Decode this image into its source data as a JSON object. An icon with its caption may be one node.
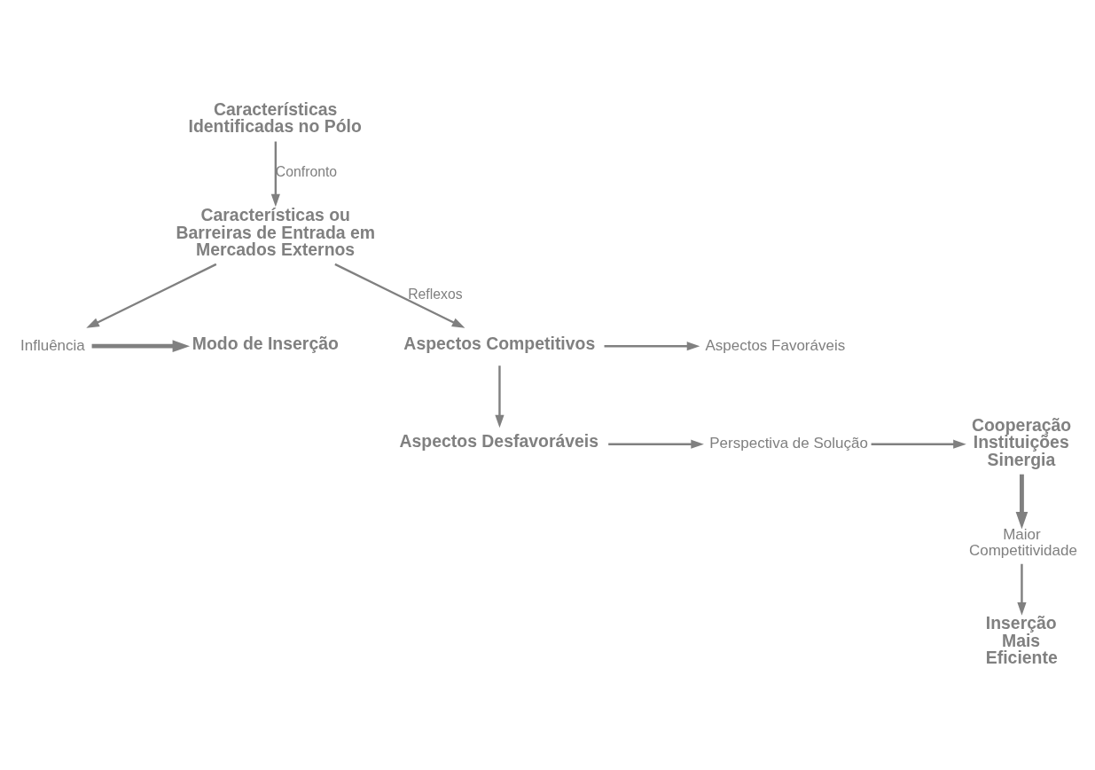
{
  "diagram": {
    "nodes": [
      {
        "text": [
          "Características Identificadas no Pólo"
        ]
      },
      {
        "text": [
          "Características ou Barreiras de Entrada em Mercados Externos"
        ]
      },
      {
        "text": [
          "Influência"
        ]
      },
      {
        "text": [
          "Modo de Inserção"
        ]
      },
      {
        "text": [
          "Inserção Mais Eficiente"
        ]
      },
      {
        "text": [
          "Aspectos Competitivos"
        ]
      },
      {
        "text": [
          "Aspectos Favoráveis"
        ]
      },
      {
        "text": [
          "Aspectos Desfavoráveis"
        ]
      },
      {
        "text": [
          "Perspectiva de Solução"
        ]
      },
      {
        "text": [
          "Cooperação Instituições Sinergia"
        ]
      },
      {
        "text": [
          "Maior Competitividade"
        ]
      }
    ],
    "edges": [
      {
        "from": 0,
        "to": 1,
        "arrow": "to",
        "label": "Confronto"
      },
      {
        "from": 1,
        "to": 5,
        "arrow": "to",
        "label": "Reflexos"
      },
      {
        "from": 1,
        "to": 2,
        "arrow": "to"
      },
      {
        "from": 2,
        "to": 3,
        "arrow": "to",
        "style": "thick"
      },
      {
        "from": 5,
        "to": 7,
        "arrow": "to"
      },
      {
        "from": 5,
        "to": 6,
        "arrow": "to"
      },
      {
        "from": 7,
        "to": 8,
        "arrow": "to"
      },
      {
        "from": 8,
        "to": 9,
        "arrow": "to"
      },
      {
        "from": 9,
        "to": 10,
        "arrow": "to",
        "style": "thick"
      },
      {
        "from": 10,
        "to": 4,
        "arrow": "to"
      }
    ]
  }
}
